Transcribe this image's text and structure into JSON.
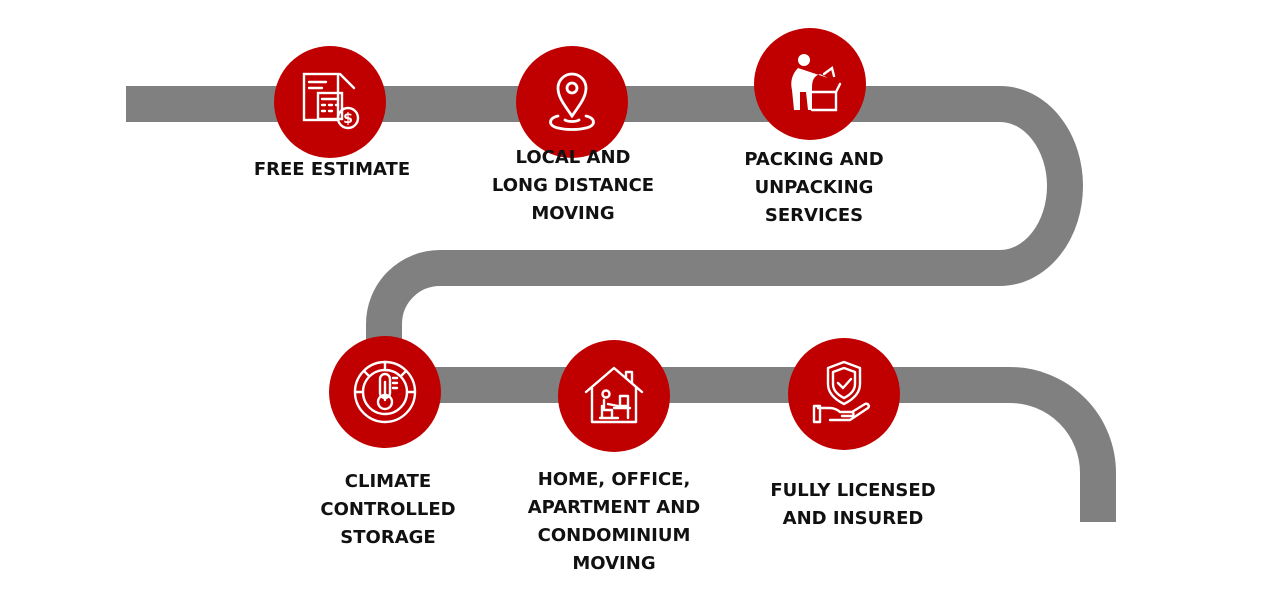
{
  "colors": {
    "road": "#808080",
    "circle": "#C00000",
    "icon": "#ffffff",
    "label_text": "#111111"
  },
  "steps": [
    {
      "icon": "calculator-document-icon",
      "label": "FREE ESTIMATE"
    },
    {
      "icon": "location-pin-icon",
      "label": "LOCAL AND\nLONG DISTANCE\nMOVING"
    },
    {
      "icon": "packer-box-icon",
      "label": "PACKING AND\nUNPACKING\nSERVICES"
    },
    {
      "icon": "thermometer-dial-icon",
      "label": "CLIMATE\nCONTROLLED\nSTORAGE"
    },
    {
      "icon": "home-office-icon",
      "label": "HOME, OFFICE,\nAPARTMENT AND\nCONDOMINIUM\nMOVING"
    },
    {
      "icon": "shield-hand-icon",
      "label": "FULLY LICENSED\nAND INSURED"
    }
  ]
}
